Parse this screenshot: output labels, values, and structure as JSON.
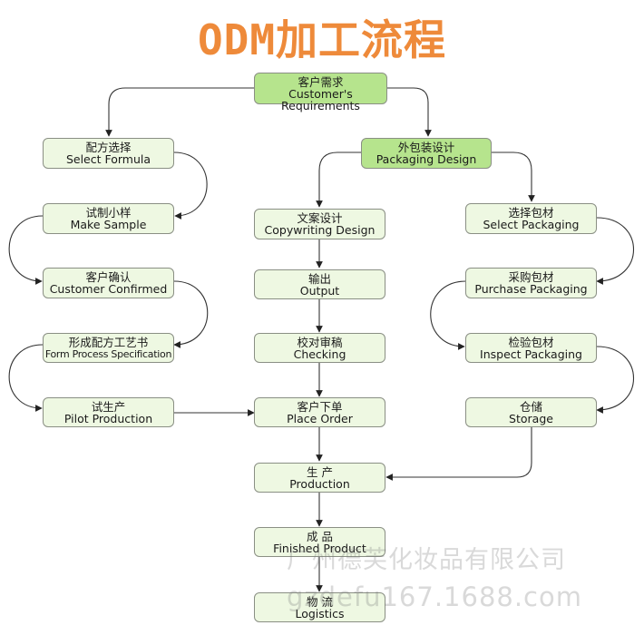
{
  "title": "ODM加工流程",
  "nodes": {
    "customer_requirements": {
      "zh": "客户需求",
      "en": "Customer's Requirements"
    },
    "select_formula": {
      "zh": "配方选择",
      "en": "Select Formula"
    },
    "packaging_design": {
      "zh": "外包装设计",
      "en": "Packaging Design"
    },
    "make_sample": {
      "zh": "试制小样",
      "en": "Make Sample"
    },
    "copywriting_design": {
      "zh": "文案设计",
      "en": "Copywriting Design"
    },
    "select_packaging": {
      "zh": "选择包材",
      "en": "Select Packaging"
    },
    "customer_confirmed": {
      "zh": "客户确认",
      "en": "Customer Confirmed"
    },
    "output": {
      "zh": "输出",
      "en": "Output"
    },
    "purchase_packaging": {
      "zh": "采购包材",
      "en": "Purchase Packaging"
    },
    "form_process_specification": {
      "zh": "形成配方工艺书",
      "en": "Form Process Specification"
    },
    "checking": {
      "zh": "校对审稿",
      "en": "Checking"
    },
    "inspect_packaging": {
      "zh": "检验包材",
      "en": "Inspect Packaging"
    },
    "pilot_production": {
      "zh": "试生产",
      "en": "Pilot Production"
    },
    "place_order": {
      "zh": "客户下单",
      "en": "Place Order"
    },
    "storage": {
      "zh": "仓储",
      "en": "Storage"
    },
    "production": {
      "zh": "生 产",
      "en": "Production"
    },
    "finished_product": {
      "zh": "成 品",
      "en": "Finished Product"
    },
    "logistics": {
      "zh": "物 流",
      "en": "Logistics"
    }
  },
  "watermark": {
    "line1": "广州德芙化妆品有限公司",
    "line2": "gzdefu167.1688.com"
  }
}
